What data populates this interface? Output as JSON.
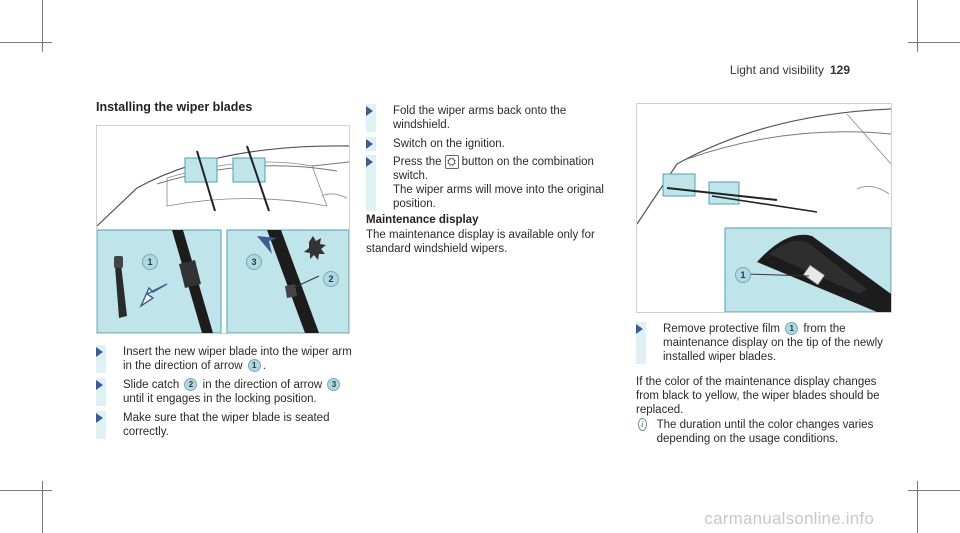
{
  "header": {
    "section": "Light and visibility",
    "page": "129"
  },
  "heading": "Installing the wiper blades",
  "steps_left": [
    {
      "before": "Insert the new wiper blade into the wiper arm in the direction of arrow",
      "ref": "1",
      "after": "."
    },
    {
      "before": "Slide catch",
      "ref": "2",
      "mid": "in the direction of arrow",
      "ref2": "3",
      "after": "until it engages in the locking position."
    },
    {
      "text": "Make sure that the wiper blade is seated correctly."
    }
  ],
  "steps_mid": [
    {
      "text": "Fold the wiper arms back onto the windshield."
    },
    {
      "text": "Switch on the ignition."
    },
    {
      "before": "Press the",
      "glyph": "⛭",
      "after": "button on the combination switch.",
      "line2": "The wiper arms will move into the original position."
    }
  ],
  "maintenance": {
    "title": "Maintenance display",
    "body": "The maintenance display is available only for standard windshield wipers."
  },
  "step_right": {
    "before": "Remove protective film",
    "ref": "1",
    "after": "from the maintenance display on the tip of the newly installed wiper blades."
  },
  "para_right": "If the color of the maintenance display changes from black to yellow, the wiper blades should be replaced.",
  "note": {
    "icon": "i",
    "text": "The duration until the color changes varies depending on the usage conditions."
  },
  "callouts": {
    "left_a": "1",
    "left_b": "3",
    "left_c": "2",
    "right_a": "1"
  },
  "watermark": "carmanualsonline.info",
  "colors": {
    "accent_bar": "#dff1f4",
    "figure_tint": "#bfe5ea",
    "arrow": "#3d5d92"
  }
}
